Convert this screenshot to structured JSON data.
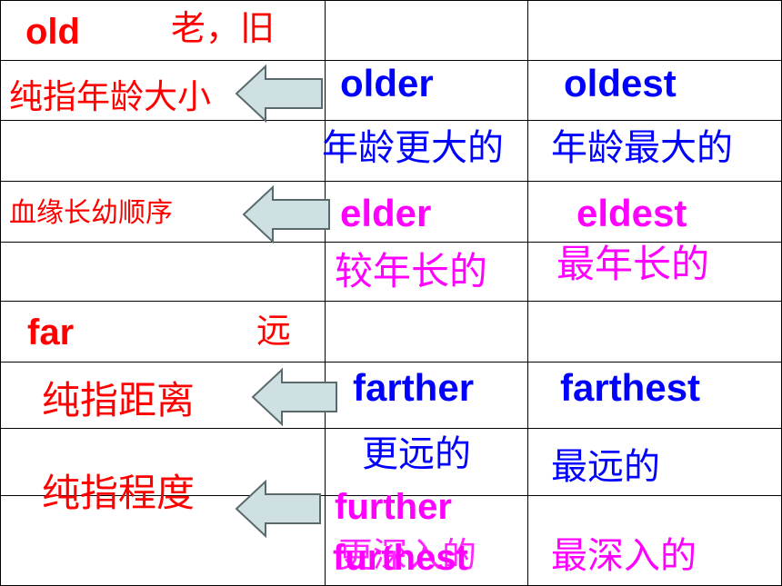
{
  "colors": {
    "red": "#ff0000",
    "blue": "#0000ff",
    "magenta": "#ff00ff",
    "arrow_fill": "#cfe0e2",
    "arrow_stroke": "#5a6a6c"
  },
  "old": {
    "word": "old",
    "meaning": "老，旧"
  },
  "age": {
    "note": "纯指年龄大小",
    "comparative": "older",
    "superlative": "oldest",
    "comparative_meaning": "年龄更大的",
    "superlative_meaning": "年龄最大的"
  },
  "seniority": {
    "note": "血缘长幼顺序",
    "comparative": "elder",
    "superlative": "eldest",
    "comparative_meaning": "较年长的",
    "superlative_meaning": "最年长的"
  },
  "far": {
    "word": "far",
    "meaning": "远"
  },
  "distance": {
    "note": "纯指距离",
    "comparative": "farther",
    "superlative": "farthest",
    "comparative_meaning": "更远的",
    "superlative_meaning": "最远的"
  },
  "degree": {
    "note": "纯指程度",
    "comparative": "further",
    "superlative": "furthest",
    "comparative_meaning": "更深入的",
    "superlative_meaning": "最深入的"
  }
}
